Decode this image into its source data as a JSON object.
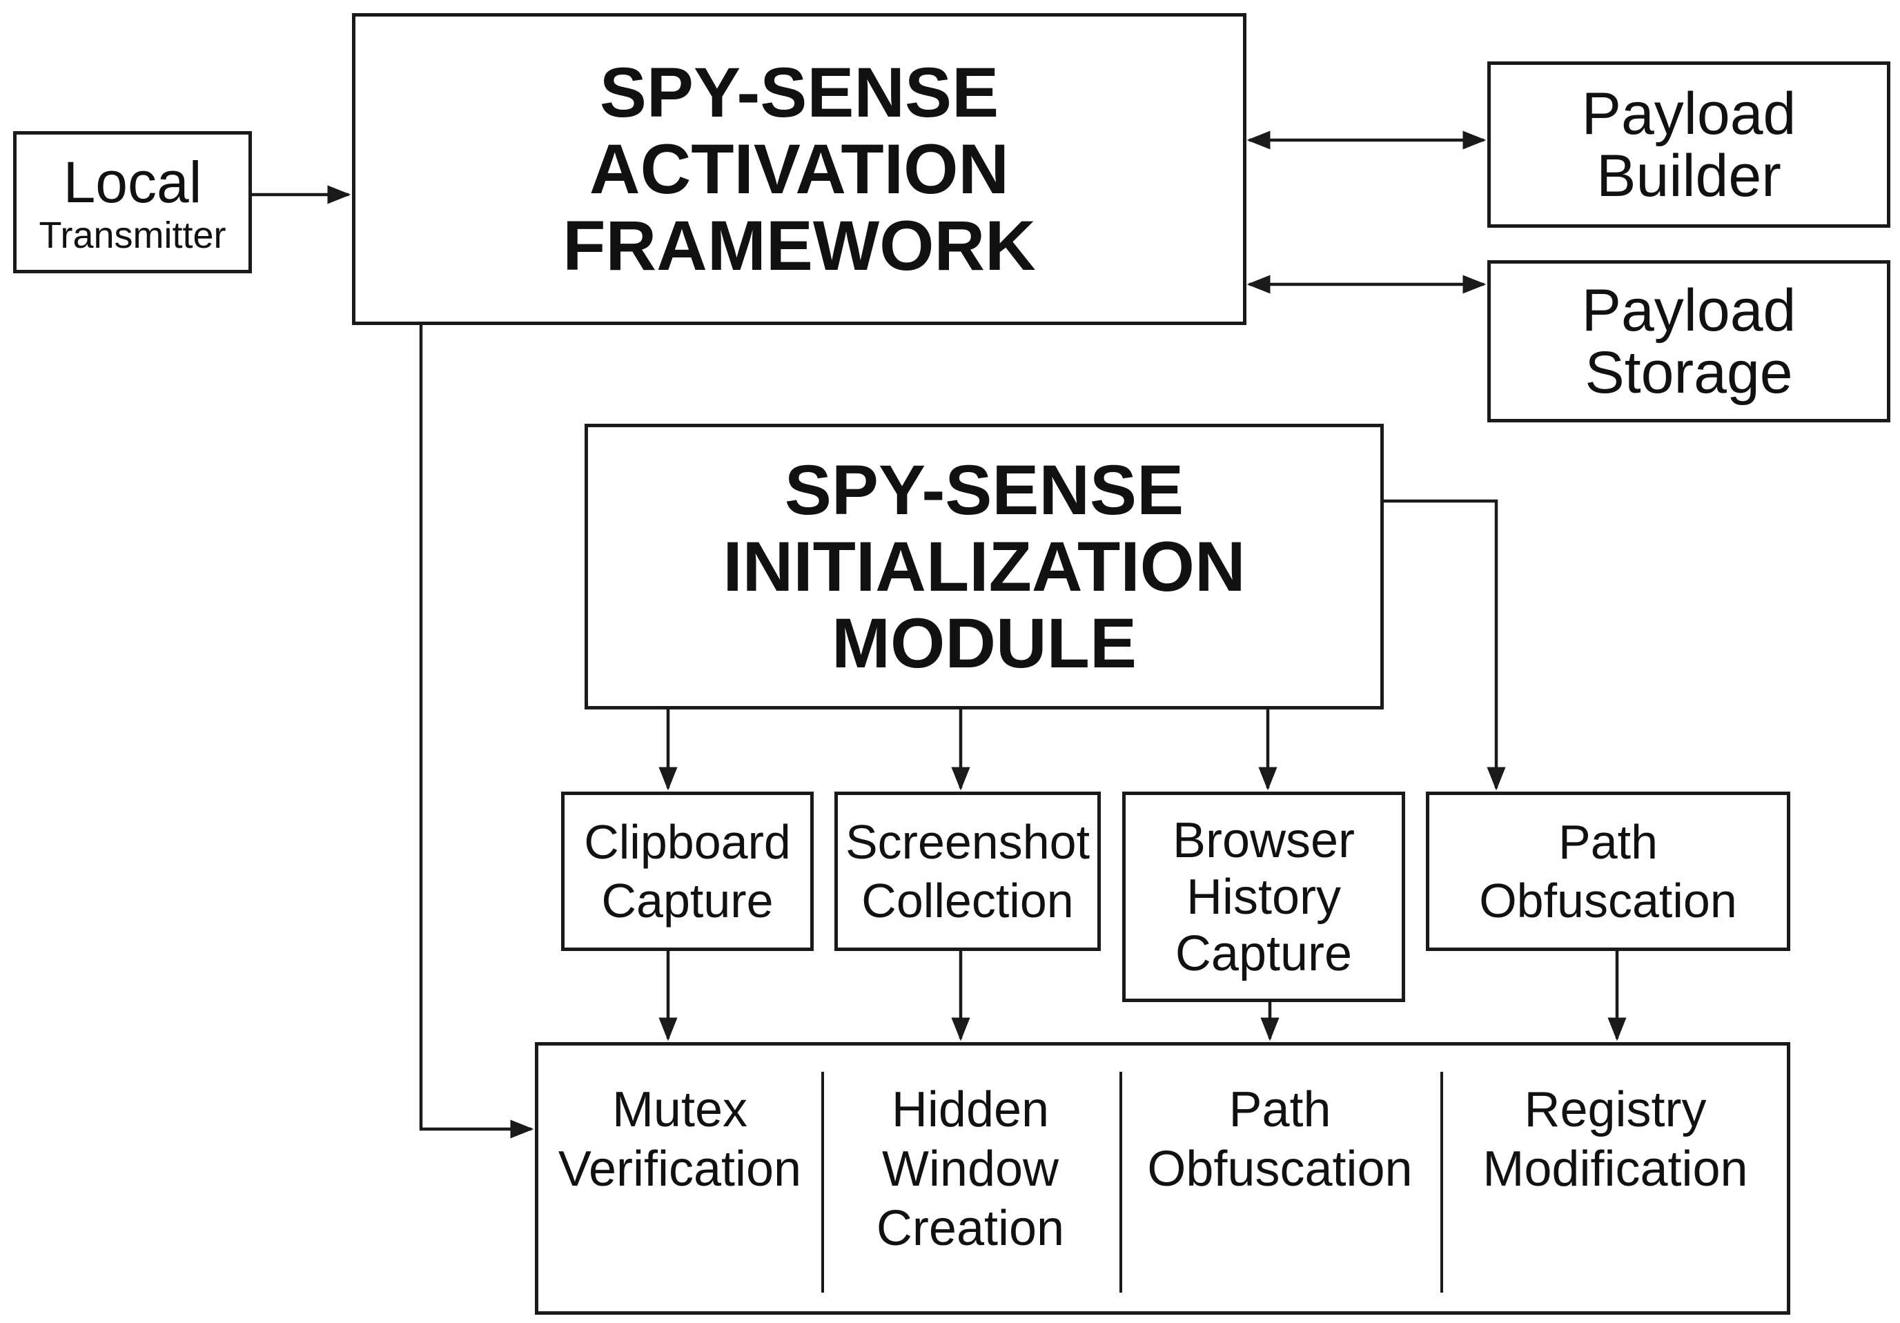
{
  "diagram": {
    "local_transmitter": {
      "line1": "Local",
      "line2": "Transmitter"
    },
    "activation_framework": {
      "line1": "SPY-SENSE",
      "line2": "ACTIVATION",
      "line3": "FRAMEWORK"
    },
    "payload_builder": {
      "line1": "Payload",
      "line2": "Builder"
    },
    "payload_storage": {
      "line1": "Payload",
      "line2": "Storage"
    },
    "initialization_module": {
      "line1": "SPY-SENSE",
      "line2": "INITIALIZATION",
      "line3": "MODULE"
    },
    "submodules": {
      "clipboard": {
        "line1": "Clipboard",
        "line2": "Capture"
      },
      "screenshot": {
        "line1": "Screenshot",
        "line2": "Collection"
      },
      "browser": {
        "line1": "Browser",
        "line2": "History",
        "line3": "Capture"
      },
      "path_obfuscation": {
        "line1": "Path",
        "line2": "Obfuscation"
      }
    },
    "bottom": {
      "mutex": {
        "line1": "Mutex",
        "line2": "Verification"
      },
      "hidden_window": {
        "line1": "Hidden",
        "line2": "Window",
        "line3": "Creation"
      },
      "path_obfuscation": {
        "line1": "Path",
        "line2": "Obfuscation"
      },
      "registry": {
        "line1": "Registry",
        "line2": "Modification"
      }
    }
  }
}
